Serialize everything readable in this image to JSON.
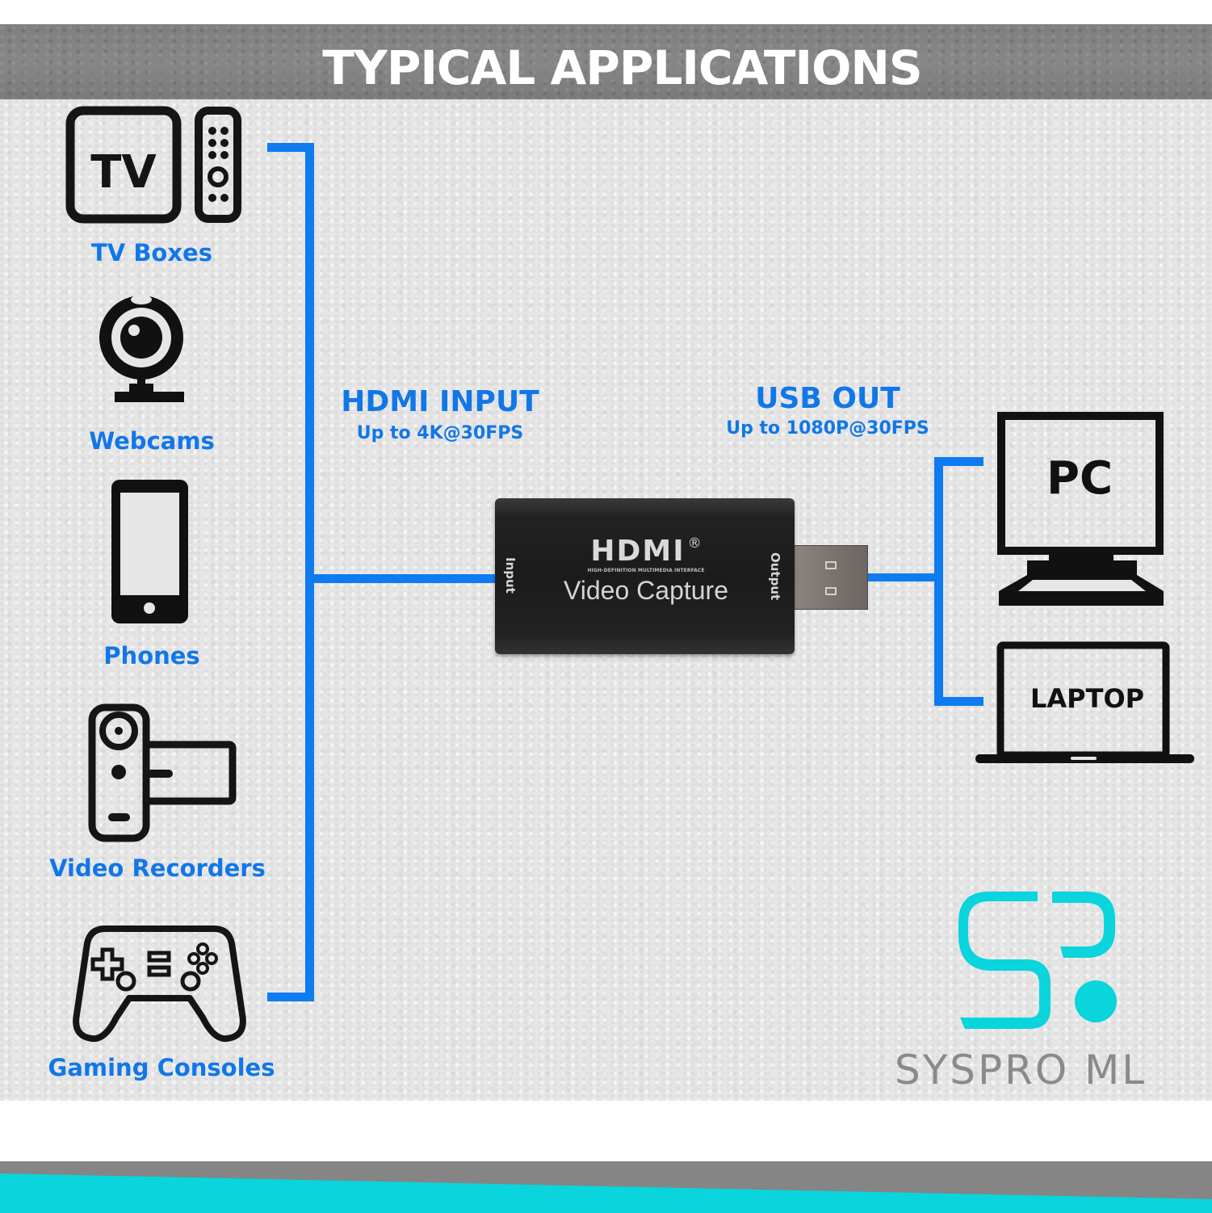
{
  "header": {
    "title": "TYPICAL APPLICATIONS"
  },
  "sources": [
    {
      "label": "TV Boxes",
      "icon": "tv-box-icon"
    },
    {
      "label": "Webcams",
      "icon": "webcam-icon"
    },
    {
      "label": "Phones",
      "icon": "phone-icon"
    },
    {
      "label": "Video Recorders",
      "icon": "camcorder-icon"
    },
    {
      "label": "Gaming Consoles",
      "icon": "gamepad-icon"
    }
  ],
  "tv_icon_text": "TV",
  "input_spec": {
    "title": "HDMI INPUT",
    "subtitle": "Up to 4K@30FPS"
  },
  "output_spec": {
    "title": "USB OUT",
    "subtitle": "Up to 1080P@30FPS"
  },
  "device": {
    "brand": "HDMI",
    "registered": "®",
    "brand_sub": "HIGH-DEFINITION MULTIMEDIA INTERFACE",
    "name": "Video Capture",
    "input_label": "Input",
    "output_label": "Output"
  },
  "targets": [
    {
      "label": "PC",
      "icon": "desktop-monitor-icon"
    },
    {
      "label": "LAPTOP",
      "icon": "laptop-icon"
    }
  ],
  "brand_logo": {
    "text": "SYSPRO ML",
    "mark": "SP"
  },
  "colors": {
    "accent_blue": "#0f7bf0",
    "label_blue": "#1177e8",
    "brand_cyan": "#0ad4dc",
    "brand_gray": "#858585"
  }
}
